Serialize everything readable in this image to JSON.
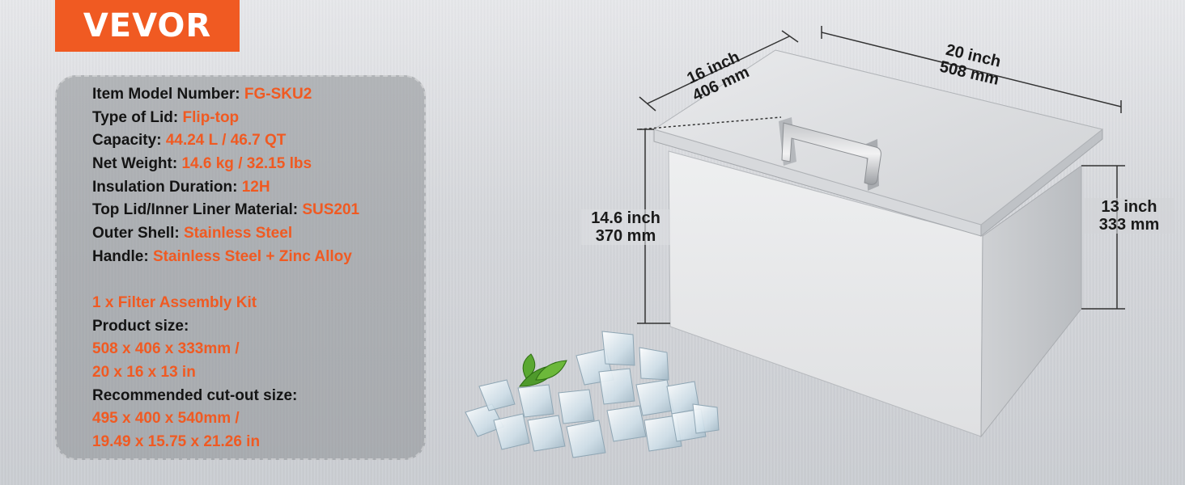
{
  "brand": {
    "logo_text": "VEVOR",
    "accent_color": "#f05a22"
  },
  "specs": [
    {
      "label": "Item Model Number: ",
      "value": "FG-SKU2"
    },
    {
      "label": "Type of Lid: ",
      "value": "Flip-top"
    },
    {
      "label": "Capacity: ",
      "value": "44.24 L / 46.7 QT"
    },
    {
      "label": "Net Weight: ",
      "value": "14.6 kg / 32.15 lbs"
    },
    {
      "label": "Insulation Duration: ",
      "value": "12H"
    },
    {
      "label": "Top Lid/Inner Liner Material: ",
      "value": "SUS201"
    },
    {
      "label": "Outer Shell: ",
      "value": "Stainless Steel"
    },
    {
      "label": "Handle: ",
      "value": "Stainless Steel + Zinc Alloy"
    }
  ],
  "kit": "1 x Filter Assembly Kit",
  "product_size": {
    "label": "Product size:",
    "line1": "508 x 406 x 333mm /",
    "line2": "20 x 16 x 13 in"
  },
  "cutout_size": {
    "label": "Recommended cut-out size:",
    "line1": "495 x 400 x 540mm /",
    "line2": "19.49 x 15.75 x 21.26 in"
  },
  "dimensions": {
    "depth": {
      "inch": "16 inch",
      "mm": "406 mm"
    },
    "width": {
      "inch": "20 inch",
      "mm": "508 mm"
    },
    "height_total": {
      "inch": "14.6 inch",
      "mm": "370 mm"
    },
    "height_box": {
      "inch": "13 inch",
      "mm": "333 mm"
    }
  },
  "product_image": "stainless-steel-drop-in-ice-chest",
  "decor_image": "ice-cubes-with-mint"
}
